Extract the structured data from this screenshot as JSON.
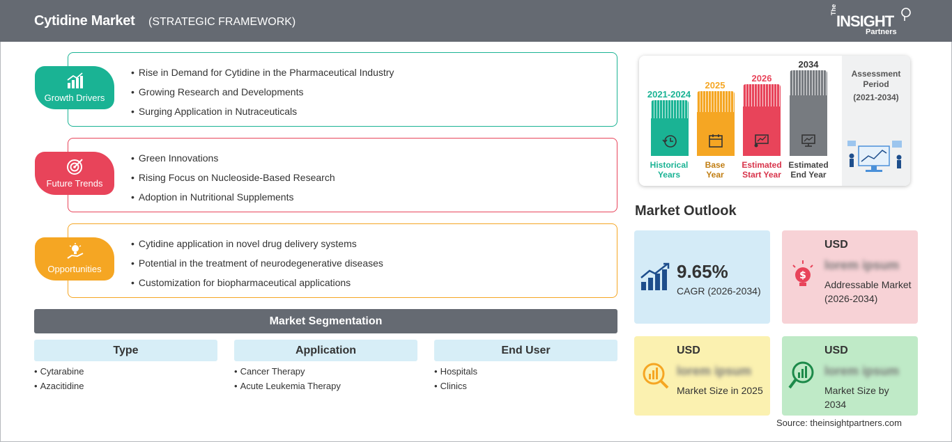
{
  "header": {
    "title": "Cytidine Market",
    "subtitle": "(STRATEGIC FRAMEWORK)",
    "logo_the": "The",
    "logo_insight": "INSIGHT",
    "logo_partners": "Partners"
  },
  "drivers": {
    "label": "Growth Drivers",
    "color": "#1ab394",
    "items": [
      "Rise in Demand for Cytidine in the Pharmaceutical Industry",
      "Growing Research and Developments",
      "Surging Application in Nutraceuticals"
    ]
  },
  "trends": {
    "label": "Future Trends",
    "color": "#e8445a",
    "items": [
      "Green Innovations",
      "Rising Focus on Nucleoside-Based Research",
      "Adoption in Nutritional Supplements"
    ]
  },
  "opportunities": {
    "label": "Opportunities",
    "color": "#f5a623",
    "items": [
      "Cytidine application in novel drug delivery systems",
      "Potential in the treatment of neurodegenerative diseases",
      "Customization for biopharmaceutical applications"
    ]
  },
  "segmentation": {
    "title": "Market Segmentation",
    "columns": [
      {
        "head": "Type",
        "items": [
          "Cytarabine",
          "Azacitidine"
        ]
      },
      {
        "head": "Application",
        "items": [
          "Cancer Therapy",
          "Acute Leukemia Therapy"
        ]
      },
      {
        "head": "End User",
        "items": [
          "Hospitals",
          "Clinics"
        ]
      }
    ]
  },
  "timeline": {
    "columns": [
      {
        "year": "2021-2024",
        "label_1": "Historical",
        "label_2": "Years",
        "color": "#1ab394"
      },
      {
        "year": "2025",
        "label_1": "Base",
        "label_2": "Year",
        "color": "#f5a623"
      },
      {
        "year": "2026",
        "label_1": "Estimated",
        "label_2": "Start Year",
        "color": "#e8445a"
      },
      {
        "year": "2034",
        "label_1": "Estimated",
        "label_2": "End Year",
        "color": "#777b80"
      }
    ],
    "assessment_title_1": "Assessment",
    "assessment_title_2": "Period",
    "assessment_period": "(2021-2034)"
  },
  "outlook": {
    "title": "Market Outlook",
    "cagr_value": "9.65%",
    "cagr_label": "CAGR (2026-2034)",
    "addressable_currency": "USD",
    "addressable_value": "lorem ipsum",
    "addressable_label": "Addressable Market (2026-2034)",
    "size2025_currency": "USD",
    "size2025_value": "lorem ipsum",
    "size2025_label": "Market Size in 2025",
    "size2034_currency": "USD",
    "size2034_value": "lorem ipsum",
    "size2034_label": "Market Size by 2034"
  },
  "source": "Source: theinsightpartners.com"
}
